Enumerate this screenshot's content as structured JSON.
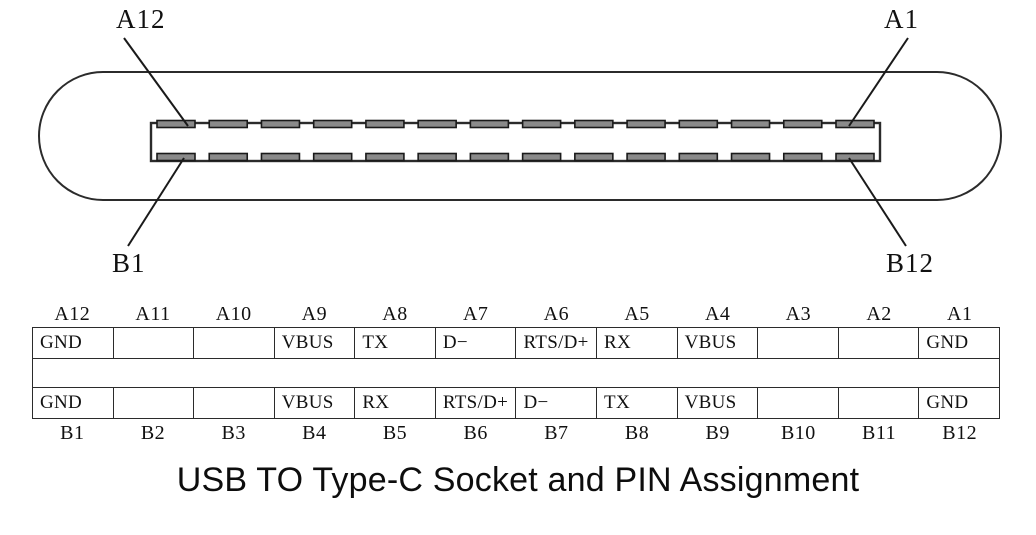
{
  "figure": {
    "callouts": [
      {
        "id": "A12",
        "label": "A12"
      },
      {
        "id": "A1",
        "label": "A1"
      },
      {
        "id": "B1",
        "label": "B1"
      },
      {
        "id": "B12",
        "label": "B12"
      }
    ],
    "pin_contacts_per_row": 14,
    "colors": {
      "outline": "#2b2b2b",
      "pin_fill": "#8a8a8a",
      "pin_border": "#1a1a1a",
      "background": "#ffffff"
    }
  },
  "table": {
    "top_headers": [
      "A12",
      "A11",
      "A10",
      "A9",
      "A8",
      "A7",
      "A6",
      "A5",
      "A4",
      "A3",
      "A2",
      "A1"
    ],
    "bottom_headers": [
      "B1",
      "B2",
      "B3",
      "B4",
      "B5",
      "B6",
      "B7",
      "B8",
      "B9",
      "B10",
      "B11",
      "B12"
    ],
    "row_a": [
      "GND",
      "",
      "",
      "VBUS",
      "TX",
      "D−",
      "RTS/D+",
      "RX",
      "VBUS",
      "",
      "",
      "GND"
    ],
    "row_spacer": [
      ""
    ],
    "row_b": [
      "GND",
      "",
      "",
      "VBUS",
      "RX",
      "RTS/D+",
      "D−",
      "TX",
      "VBUS",
      "",
      "",
      "GND"
    ]
  },
  "caption": {
    "text": "USB TO Type-C Socket and PIN Assignment"
  }
}
